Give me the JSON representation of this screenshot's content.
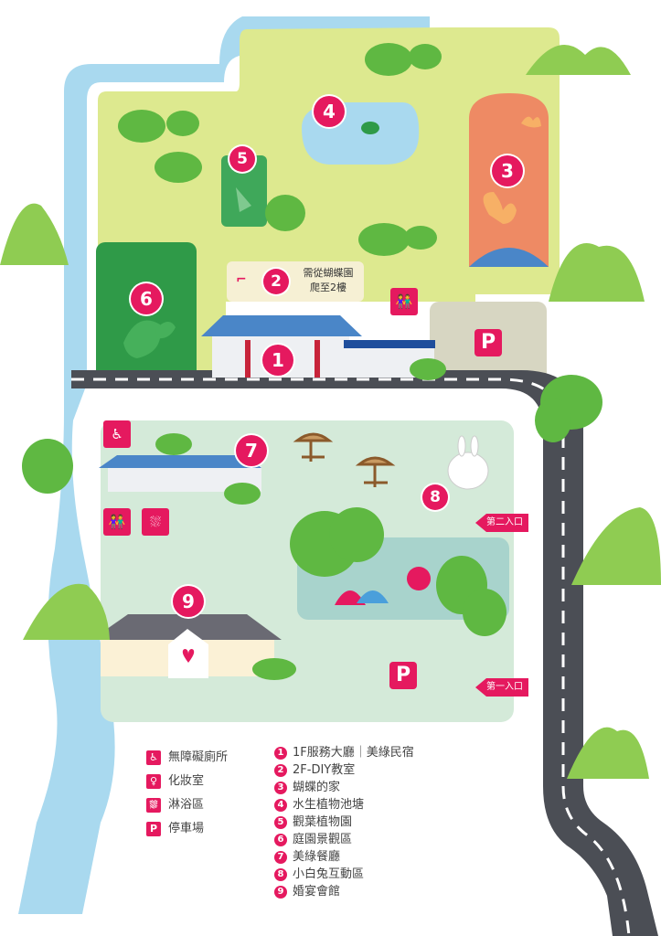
{
  "map": {
    "pins": {
      "p1": "1",
      "p2": "2",
      "p3": "3",
      "p4": "4",
      "p5": "5",
      "p6": "6",
      "p7": "7",
      "p8": "8",
      "p9": "9"
    },
    "callout_line1": "需從蝴蝶園",
    "callout_line2": "爬至2樓",
    "parking_label": "P",
    "entrance_2": "第二入口",
    "entrance_1": "第一入口",
    "fac_accessible_icon": "wheelchair-icon",
    "fac_makeup_icon": "makeup-room-icon",
    "fac_shower_icon": "shower-icon",
    "fac_accessible_badge_glyph": "♿",
    "fac_makeup_badge_glyph": "👫",
    "fac_shower_badge_glyph": "⛆"
  },
  "legend": {
    "facilities": [
      {
        "icon": "wheelchair-icon",
        "glyph": "♿",
        "label": "無障礙廁所"
      },
      {
        "icon": "makeup-room-icon",
        "glyph": "♀",
        "label": "化妝室"
      },
      {
        "icon": "shower-icon",
        "glyph": "⛆",
        "label": "淋浴區"
      },
      {
        "icon": "parking-icon",
        "glyph": "P",
        "label": "停車場"
      }
    ],
    "areas": [
      {
        "num": "1",
        "label": "1F服務大廳｜美綠民宿"
      },
      {
        "num": "2",
        "label": "2F-DIY教室"
      },
      {
        "num": "3",
        "label": "蝴蝶的家"
      },
      {
        "num": "4",
        "label": "水生植物池塘"
      },
      {
        "num": "5",
        "label": "觀葉植物園"
      },
      {
        "num": "6",
        "label": "庭園景觀區"
      },
      {
        "num": "7",
        "label": "美綠餐廳"
      },
      {
        "num": "8",
        "label": "小白兔互動區"
      },
      {
        "num": "9",
        "label": "婚宴會館"
      }
    ]
  },
  "colors": {
    "accent": "#e5195f",
    "river": "#a9d9ef",
    "north_grass": "#dde98f",
    "south_grass": "#d4ead9",
    "road": "#4b4e55",
    "dark_green": "#2f9a48",
    "butterfly_garden": "#ee8a64"
  }
}
